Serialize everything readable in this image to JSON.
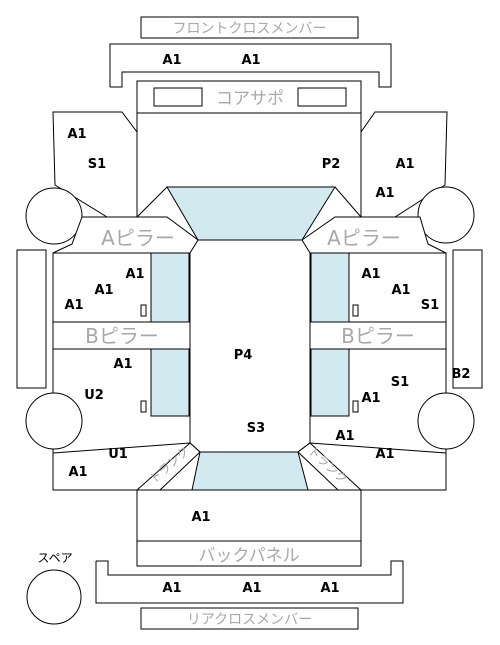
{
  "panels": {
    "front_cross": "フロントクロスメンバー",
    "core_support": "コアサポ",
    "a_pillar_left": "Aピラー",
    "a_pillar_right": "Aピラー",
    "b_pillar_left": "Bピラー",
    "b_pillar_right": "Bピラー",
    "back_panel": "バックパネル",
    "rear_cross": "リアクロスメンバー",
    "spare": "スペア",
    "trunk_left": "トランク",
    "trunk_right": "トランク"
  },
  "grades": {
    "front_a1_left": "A1",
    "front_a1_right": "A1",
    "fl_a1": "A1",
    "fl_s1": "S1",
    "fr_p2": "P2",
    "fr_a1_top": "A1",
    "fr_a1_bot": "A1",
    "lf_a1_a": "A1",
    "lf_a1_b": "A1",
    "lf_a1_c": "A1",
    "rf_a1_a": "A1",
    "rf_a1_b": "A1",
    "rf_s1": "S1",
    "center_p4": "P4",
    "lr_a1": "A1",
    "lr_u2": "U2",
    "rr_s1": "S1",
    "rr_a1": "A1",
    "right_b2": "B2",
    "center_s3": "S3",
    "bl_u1": "U1",
    "bl_a1": "A1",
    "br_a1_a": "A1",
    "br_a1_b": "A1",
    "trunk_a1": "A1",
    "rear_a1_1": "A1",
    "rear_a1_2": "A1",
    "rear_a1_3": "A1"
  }
}
